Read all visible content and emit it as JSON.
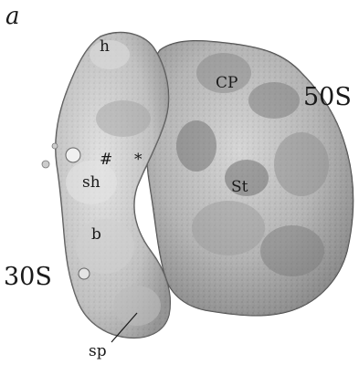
{
  "figure": {
    "panel_label": "a",
    "labels": {
      "subunit_large": "50S",
      "subunit_small": "30S",
      "h": "h",
      "cp": "CP",
      "hash": "#",
      "asterisk": "*",
      "sh": "sh",
      "st": "St",
      "b": "b",
      "sp": "sp"
    }
  }
}
